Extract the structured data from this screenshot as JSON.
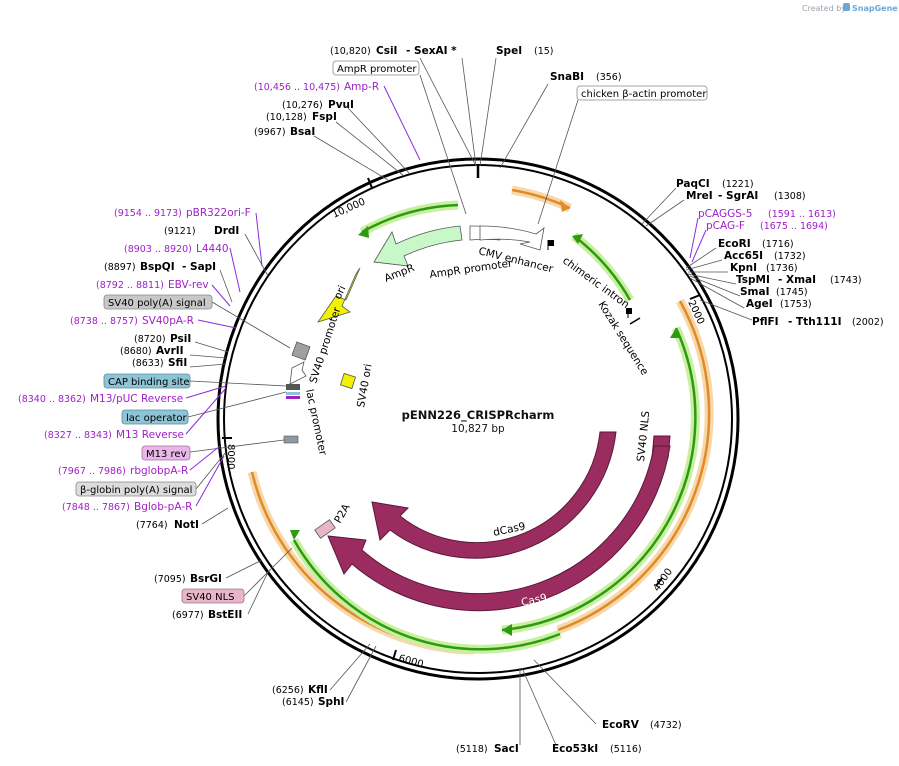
{
  "credit": {
    "prefix": "Created by",
    "brand": "SnapGene"
  },
  "plasmid": {
    "name": "pENN226_CRISPRcharm",
    "length": "10,827 bp"
  },
  "ticks": [
    "10,000",
    "2000",
    "4000",
    "6000",
    "8000"
  ],
  "enzymes": [
    {
      "name": "CsiI",
      "pos": "(10,820)",
      "extra": "- SexAI *"
    },
    {
      "name": "SpeI",
      "pos": "(15)"
    },
    {
      "name": "SnaBI",
      "pos": "(356)"
    },
    {
      "name": "PvuI",
      "pos": "(10,276)"
    },
    {
      "name": "FspI",
      "pos": "(10,128)"
    },
    {
      "name": "BsaI",
      "pos": "(9967)"
    },
    {
      "name": "PaqCI",
      "pos": "(1221)"
    },
    {
      "name": "MreI",
      "pos": "(1308)",
      "extra": "- SgrAI"
    },
    {
      "name": "EcoRI",
      "pos": "(1716)"
    },
    {
      "name": "Acc65I",
      "pos": "(1732)"
    },
    {
      "name": "KpnI",
      "pos": "(1736)"
    },
    {
      "name": "TspMI",
      "pos": "(1743)",
      "extra": "- XmaI"
    },
    {
      "name": "SmaI",
      "pos": "(1745)"
    },
    {
      "name": "AgeI",
      "pos": "(1753)"
    },
    {
      "name": "PflFI",
      "pos": "(2002)",
      "extra": "- Tth111I"
    },
    {
      "name": "DrdI",
      "pos": "(9121)"
    },
    {
      "name": "BspQI",
      "pos": "(8897)",
      "extra": "- SapI"
    },
    {
      "name": "PsiI",
      "pos": "(8720)"
    },
    {
      "name": "AvrII",
      "pos": "(8680)"
    },
    {
      "name": "SfiI",
      "pos": "(8633)"
    },
    {
      "name": "NotI",
      "pos": "(7764)"
    },
    {
      "name": "BsrGI",
      "pos": "(7095)"
    },
    {
      "name": "BstEII",
      "pos": "(6977)"
    },
    {
      "name": "KflI",
      "pos": "(6256)"
    },
    {
      "name": "SphI",
      "pos": "(6145)"
    },
    {
      "name": "EcoRV",
      "pos": "(4732)"
    },
    {
      "name": "SacI",
      "pos": "(5118)"
    },
    {
      "name": "Eco53kI",
      "pos": "(5116)"
    }
  ],
  "primers": [
    {
      "name": "Amp-R",
      "range": "(10,456 .. 10,475)"
    },
    {
      "name": "pCAGGS-5",
      "range": "(1591 .. 1613)"
    },
    {
      "name": "pCAG-F",
      "range": "(1675 .. 1694)"
    },
    {
      "name": "pBR322ori-F",
      "range": "(9154 .. 9173)"
    },
    {
      "name": "L4440",
      "range": "(8903 .. 8920)"
    },
    {
      "name": "EBV-rev",
      "range": "(8792 .. 8811)"
    },
    {
      "name": "SV40pA-R",
      "range": "(8738 .. 8757)"
    },
    {
      "name": "M13/pUC Reverse",
      "range": "(8340 .. 8362)"
    },
    {
      "name": "M13 Reverse",
      "range": "(8327 .. 8343)"
    },
    {
      "name": "rbglobpA-R",
      "range": "(7967 .. 7986)"
    },
    {
      "name": "Bglob-pA-R",
      "range": "(7848 .. 7867)"
    }
  ],
  "boxed_features": [
    {
      "name": "AmpR promoter",
      "style": "white"
    },
    {
      "name": "chicken β-actin promoter",
      "style": "white"
    },
    {
      "name": "SV40 poly(A) signal",
      "style": "gray"
    },
    {
      "name": "CAP binding site",
      "style": "teal"
    },
    {
      "name": "lac operator",
      "style": "teal"
    },
    {
      "name": "M13 rev",
      "style": "pink"
    },
    {
      "name": "β-globin poly(A) signal",
      "style": "lightgray"
    },
    {
      "name": "SV40 NLS",
      "style": "pink"
    }
  ],
  "inner_features": {
    "ampr": "AmpR",
    "ampr_promoter": "AmpR promoter",
    "cmv": "CMV enhancer",
    "chimeric": "chimeric intron",
    "kozak": "Kozak sequence",
    "ori": "ori",
    "sv40_promoter": "SV40 promoter",
    "sv40_ori": "SV40 ori",
    "lac_promoter": "lac promoter",
    "sv40_nls": "SV40 NLS",
    "dcas9": "dCas9",
    "cas9": "Cas9",
    "p2a": "P2A"
  },
  "colors": {
    "cas9": "#9a2c60",
    "orf_green": "#2d9a12",
    "orf_glow": "#c8f0a0",
    "orange": "#e08a2a",
    "orange_glow": "#f7d8a8",
    "ampr_fill": "#c8f8c8",
    "ori_fill": "#f2f200",
    "primer": "#a020c8",
    "teal": "#8ec5d6",
    "pink": "#e8b6e8",
    "gray": "#c8c8c8"
  }
}
